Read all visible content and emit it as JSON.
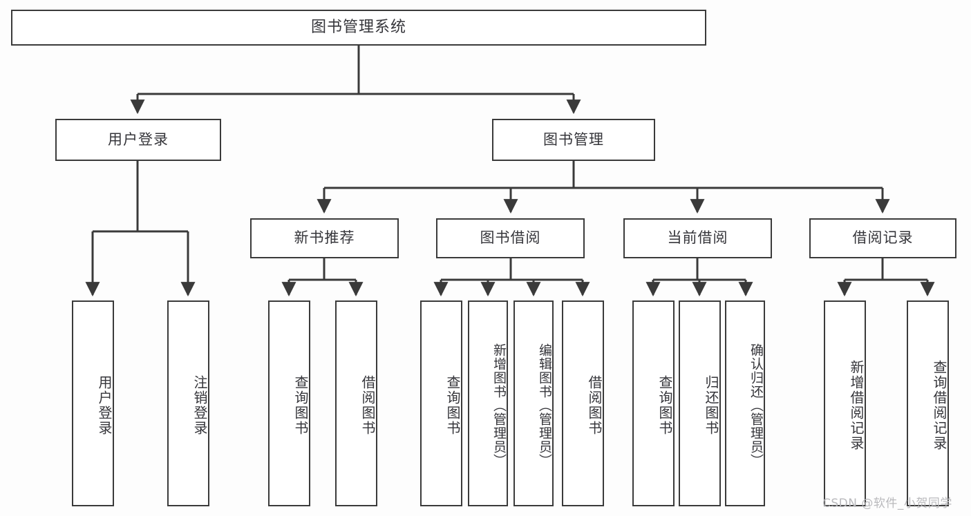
{
  "diagram": {
    "title": "图书管理系统",
    "type": "tree",
    "background_color": "#fdfdfd",
    "box_border_color": "#3a3a3a",
    "text_color": "#35353a",
    "watermark": "CSDN @软件_小贺同学"
  },
  "nodes": {
    "root": {
      "label": "图书管理系统"
    },
    "level2": [
      {
        "id": "user_login",
        "label": "用户登录"
      },
      {
        "id": "book_manage",
        "label": "图书管理"
      }
    ],
    "level3": [
      {
        "id": "new_book_rec",
        "label": "新书推荐",
        "parent": "book_manage"
      },
      {
        "id": "book_borrow",
        "label": "图书借阅",
        "parent": "book_manage"
      },
      {
        "id": "current_borrow",
        "label": "当前借阅",
        "parent": "book_manage"
      },
      {
        "id": "borrow_record",
        "label": "借阅记录",
        "parent": "book_manage"
      }
    ],
    "leaves": [
      {
        "id": "leaf_user_login",
        "label": "用户登录",
        "parent": "user_login"
      },
      {
        "id": "leaf_logout",
        "label": "注销登录",
        "parent": "user_login"
      },
      {
        "id": "leaf_query_book_1",
        "label": "查询图书",
        "parent": "new_book_rec"
      },
      {
        "id": "leaf_borrow_book_1",
        "label": "借阅图书",
        "parent": "new_book_rec"
      },
      {
        "id": "leaf_query_book_2",
        "label": "查询图书",
        "parent": "book_borrow"
      },
      {
        "id": "leaf_add_book",
        "label": "新增图书（管理员）",
        "parent": "book_borrow"
      },
      {
        "id": "leaf_edit_book",
        "label": "编辑图书（管理员）",
        "parent": "book_borrow"
      },
      {
        "id": "leaf_borrow_book_2",
        "label": "借阅图书",
        "parent": "book_borrow"
      },
      {
        "id": "leaf_query_book_3",
        "label": "查询图书",
        "parent": "current_borrow"
      },
      {
        "id": "leaf_return_book",
        "label": "归还图书",
        "parent": "current_borrow"
      },
      {
        "id": "leaf_confirm_return",
        "label": "确认归还（管理员）",
        "parent": "current_borrow"
      },
      {
        "id": "leaf_add_record",
        "label": "新增借阅记录",
        "parent": "borrow_record"
      },
      {
        "id": "leaf_query_record",
        "label": "查询借阅记录",
        "parent": "borrow_record"
      }
    ]
  }
}
